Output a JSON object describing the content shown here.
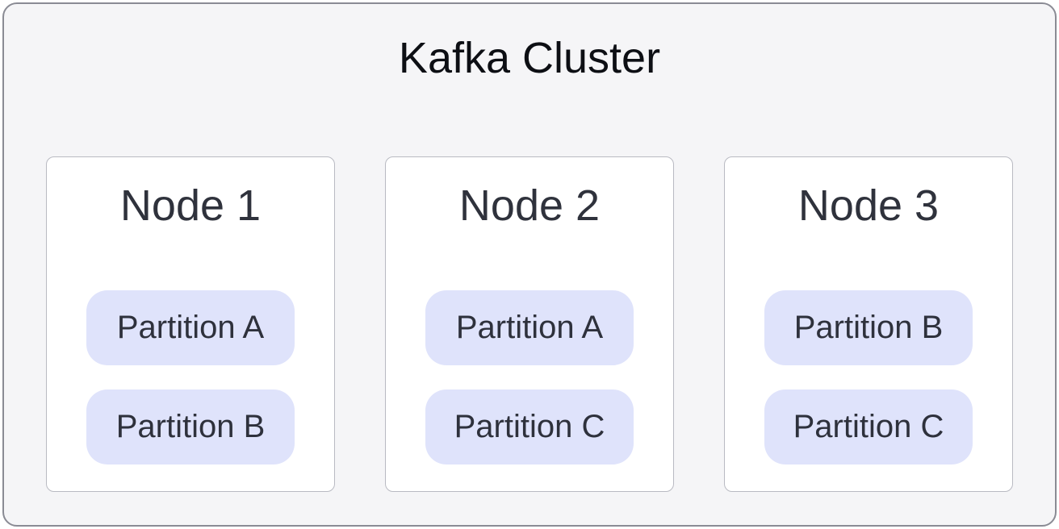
{
  "diagram": {
    "title": "Kafka Cluster",
    "nodes": [
      {
        "label": "Node 1",
        "partitions": [
          "Partition A",
          "Partition B"
        ]
      },
      {
        "label": "Node 2",
        "partitions": [
          "Partition A",
          "Partition C"
        ]
      },
      {
        "label": "Node 3",
        "partitions": [
          "Partition B",
          "Partition C"
        ]
      }
    ],
    "colors": {
      "container_bg": "#f5f5f7",
      "container_border": "#8a8b94",
      "node_bg": "#ffffff",
      "node_border": "#b9bac2",
      "partition_bg": "#dfe3fb",
      "title_text": "#0d0f14",
      "node_text": "#2f323c",
      "partition_text": "#2e313c"
    }
  }
}
